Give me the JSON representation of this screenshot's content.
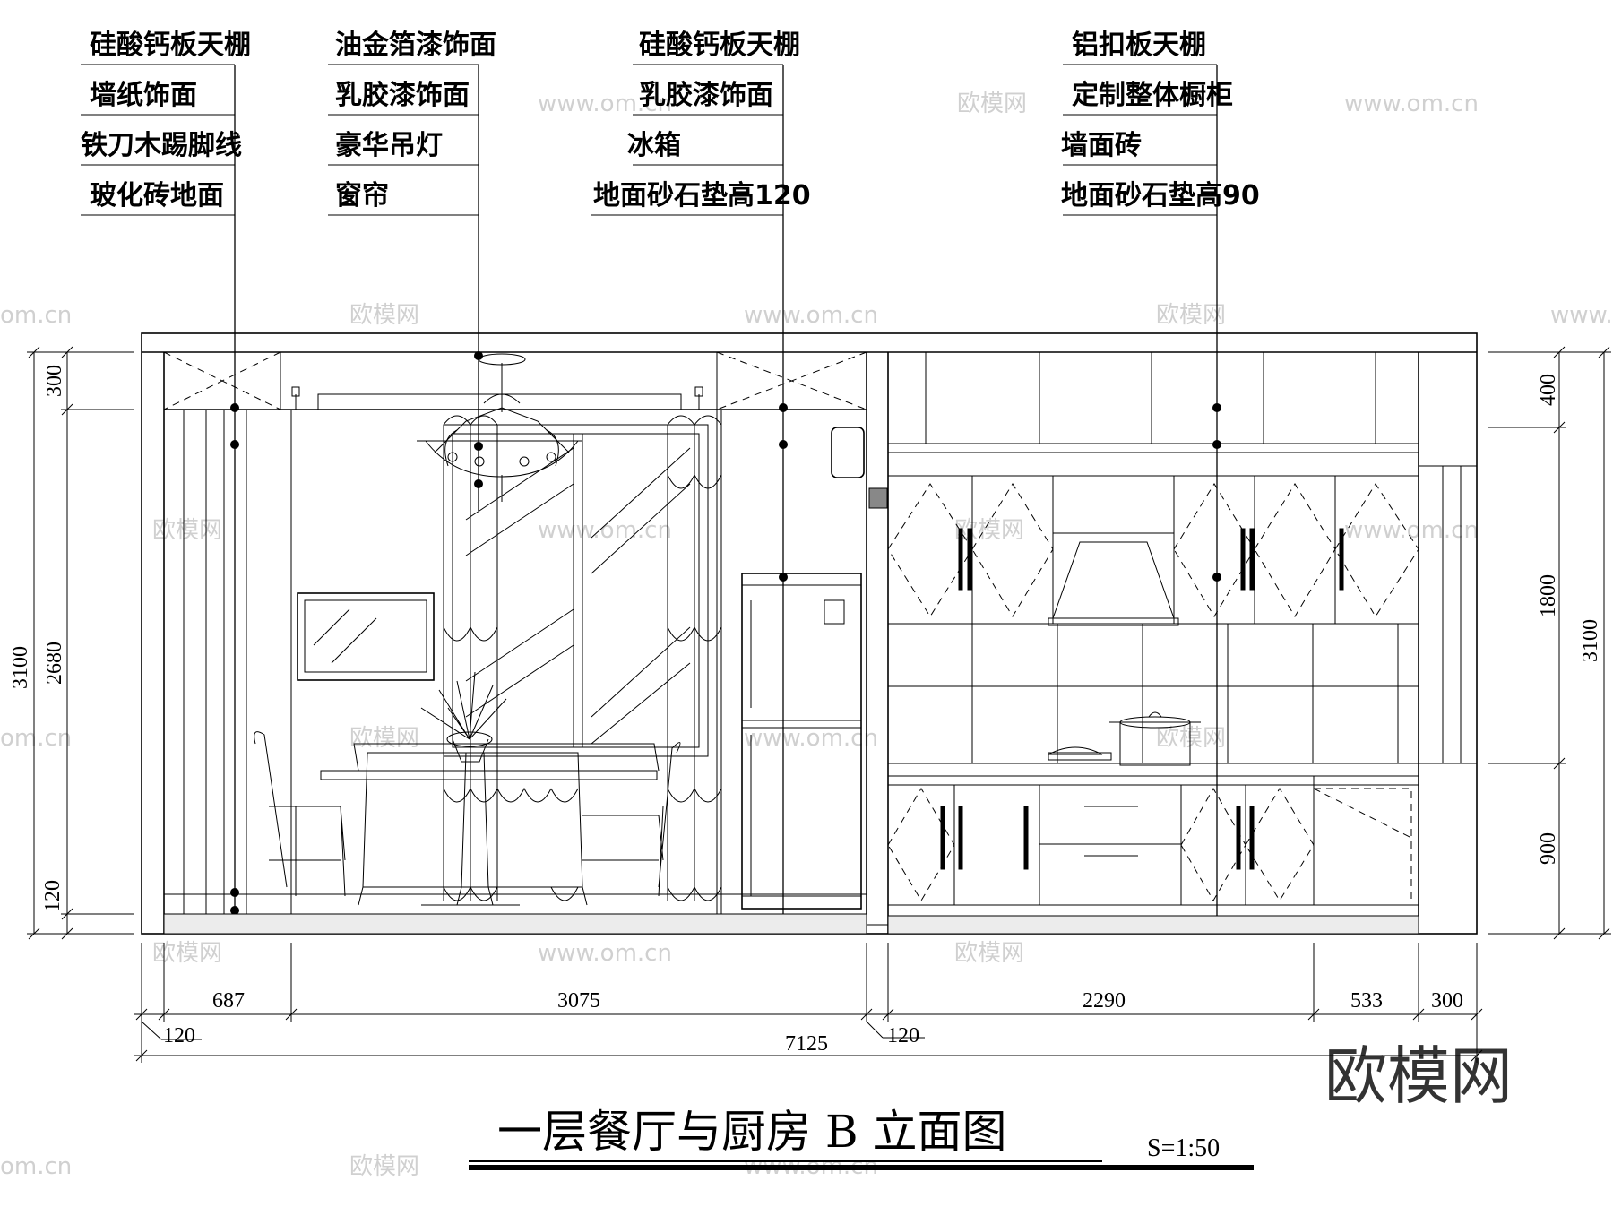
{
  "title": "一层餐厅与厨房 B 立面图",
  "scale": "S=1:50",
  "watermark": {
    "brand": "欧模网",
    "url": "www.om.cn",
    "url_short": "om.cn"
  },
  "labels": {
    "col1": [
      "硅酸钙板天棚",
      "墙纸饰面",
      "铁刀木踢脚线",
      "玻化砖地面"
    ],
    "col2": [
      "油金箔漆饰面",
      "乳胶漆饰面",
      "豪华吊灯",
      "窗帘"
    ],
    "col3": [
      "硅酸钙板天棚",
      "乳胶漆饰面",
      "冰箱",
      "地面砂石垫高120"
    ],
    "col4": [
      "铝扣板天棚",
      "定制整体橱柜",
      "墙面砖",
      "地面砂石垫高90"
    ]
  },
  "dimensions": {
    "left_outer": "3100",
    "left_inner": [
      "300",
      "2680",
      "120"
    ],
    "right_outer": "3100",
    "right_inner": [
      "400",
      "1800",
      "900"
    ],
    "bottom_row1": [
      "687",
      "3075",
      "2290",
      "533",
      "300"
    ],
    "bottom_row2": [
      "120",
      "120"
    ],
    "total": "7125"
  }
}
